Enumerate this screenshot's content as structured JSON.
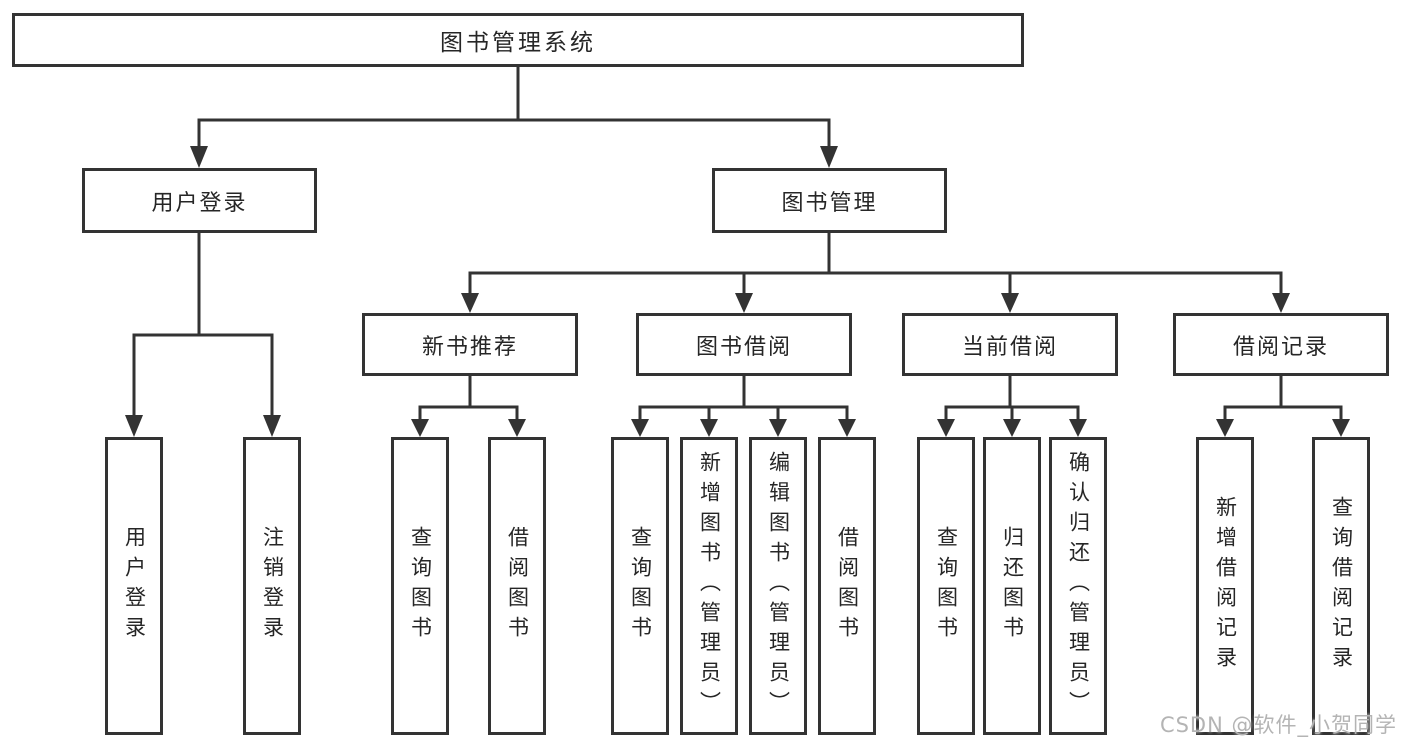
{
  "colors": {
    "line": "#333333",
    "text": "#262626",
    "box_bg": "#ffffff",
    "background": "#ffffff",
    "watermark": "#b4b4b4"
  },
  "tree": {
    "root": {
      "label": "图书管理系统"
    },
    "user_login": {
      "label": "用户登录",
      "children": {
        "login": {
          "label": "用户登录"
        },
        "logout": {
          "label": "注销登录"
        }
      }
    },
    "book_mgmt": {
      "label": "图书管理",
      "children": {
        "new_book": {
          "label": "新书推荐",
          "children": {
            "query": {
              "label": "查询图书"
            },
            "borrow": {
              "label": "借阅图书"
            }
          }
        },
        "borrowing": {
          "label": "图书借阅",
          "children": {
            "query": {
              "label": "查询图书"
            },
            "add": {
              "label": "新增图书（管理员）"
            },
            "edit": {
              "label": "编辑图书（管理员）"
            },
            "borrow": {
              "label": "借阅图书"
            }
          }
        },
        "current": {
          "label": "当前借阅",
          "children": {
            "query": {
              "label": "查询图书"
            },
            "return": {
              "label": "归还图书"
            },
            "confirm": {
              "label": "确认归还（管理员）"
            }
          }
        },
        "records": {
          "label": "借阅记录",
          "children": {
            "add": {
              "label": "新增借阅记录"
            },
            "query": {
              "label": "查询借阅记录"
            }
          }
        }
      }
    }
  },
  "watermark": {
    "text": "CSDN @软件_小贺同学"
  }
}
